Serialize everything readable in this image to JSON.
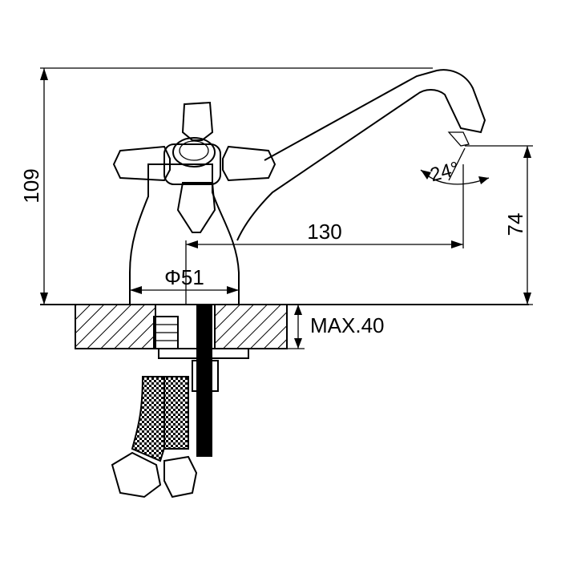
{
  "dimensions": {
    "height_total": "109",
    "height_spout": "74",
    "reach": "130",
    "base_diameter": "Φ51",
    "max_counter_thickness": "MAX.40",
    "aerator_angle": "24°"
  },
  "colors": {
    "line": "#000000",
    "background": "#ffffff"
  }
}
